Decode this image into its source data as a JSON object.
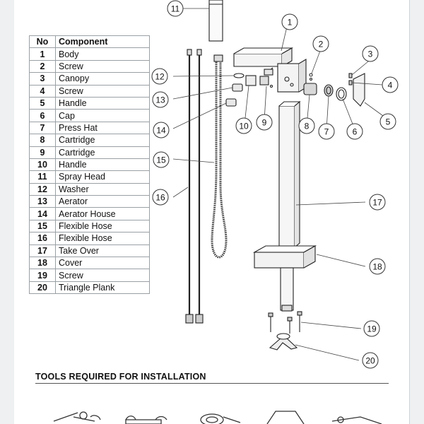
{
  "table": {
    "header": {
      "no": "No",
      "component": "Component"
    },
    "rows": [
      {
        "no": "1",
        "component": "Body"
      },
      {
        "no": "2",
        "component": "Screw"
      },
      {
        "no": "3",
        "component": "Canopy"
      },
      {
        "no": "4",
        "component": "Screw"
      },
      {
        "no": "5",
        "component": "Handle"
      },
      {
        "no": "6",
        "component": "Cap"
      },
      {
        "no": "7",
        "component": "Press Hat"
      },
      {
        "no": "8",
        "component": "Cartridge"
      },
      {
        "no": "9",
        "component": "Cartridge"
      },
      {
        "no": "10",
        "component": "Handle"
      },
      {
        "no": "11",
        "component": "Spray Head"
      },
      {
        "no": "12",
        "component": "Washer"
      },
      {
        "no": "13",
        "component": "Aerator"
      },
      {
        "no": "14",
        "component": "Aerator House"
      },
      {
        "no": "15",
        "component": "Flexible Hose"
      },
      {
        "no": "16",
        "component": "Flexible Hose"
      },
      {
        "no": "17",
        "component": "Take Over"
      },
      {
        "no": "18",
        "component": "Cover"
      },
      {
        "no": "19",
        "component": "Screw"
      },
      {
        "no": "20",
        "component": "Triangle Plank"
      }
    ]
  },
  "callouts": [
    "1",
    "2",
    "3",
    "4",
    "5",
    "6",
    "7",
    "8",
    "9",
    "10",
    "11",
    "12",
    "13",
    "14",
    "15",
    "16",
    "17",
    "18",
    "19",
    "20"
  ],
  "tools_title": "TOOLS REQUIRED FOR INSTALLATION",
  "icons": [
    "wrench-icon",
    "adjustable-spanner-icon",
    "pliers-icon",
    "tape-icon",
    "level-icon",
    "screwdriver-icon"
  ]
}
